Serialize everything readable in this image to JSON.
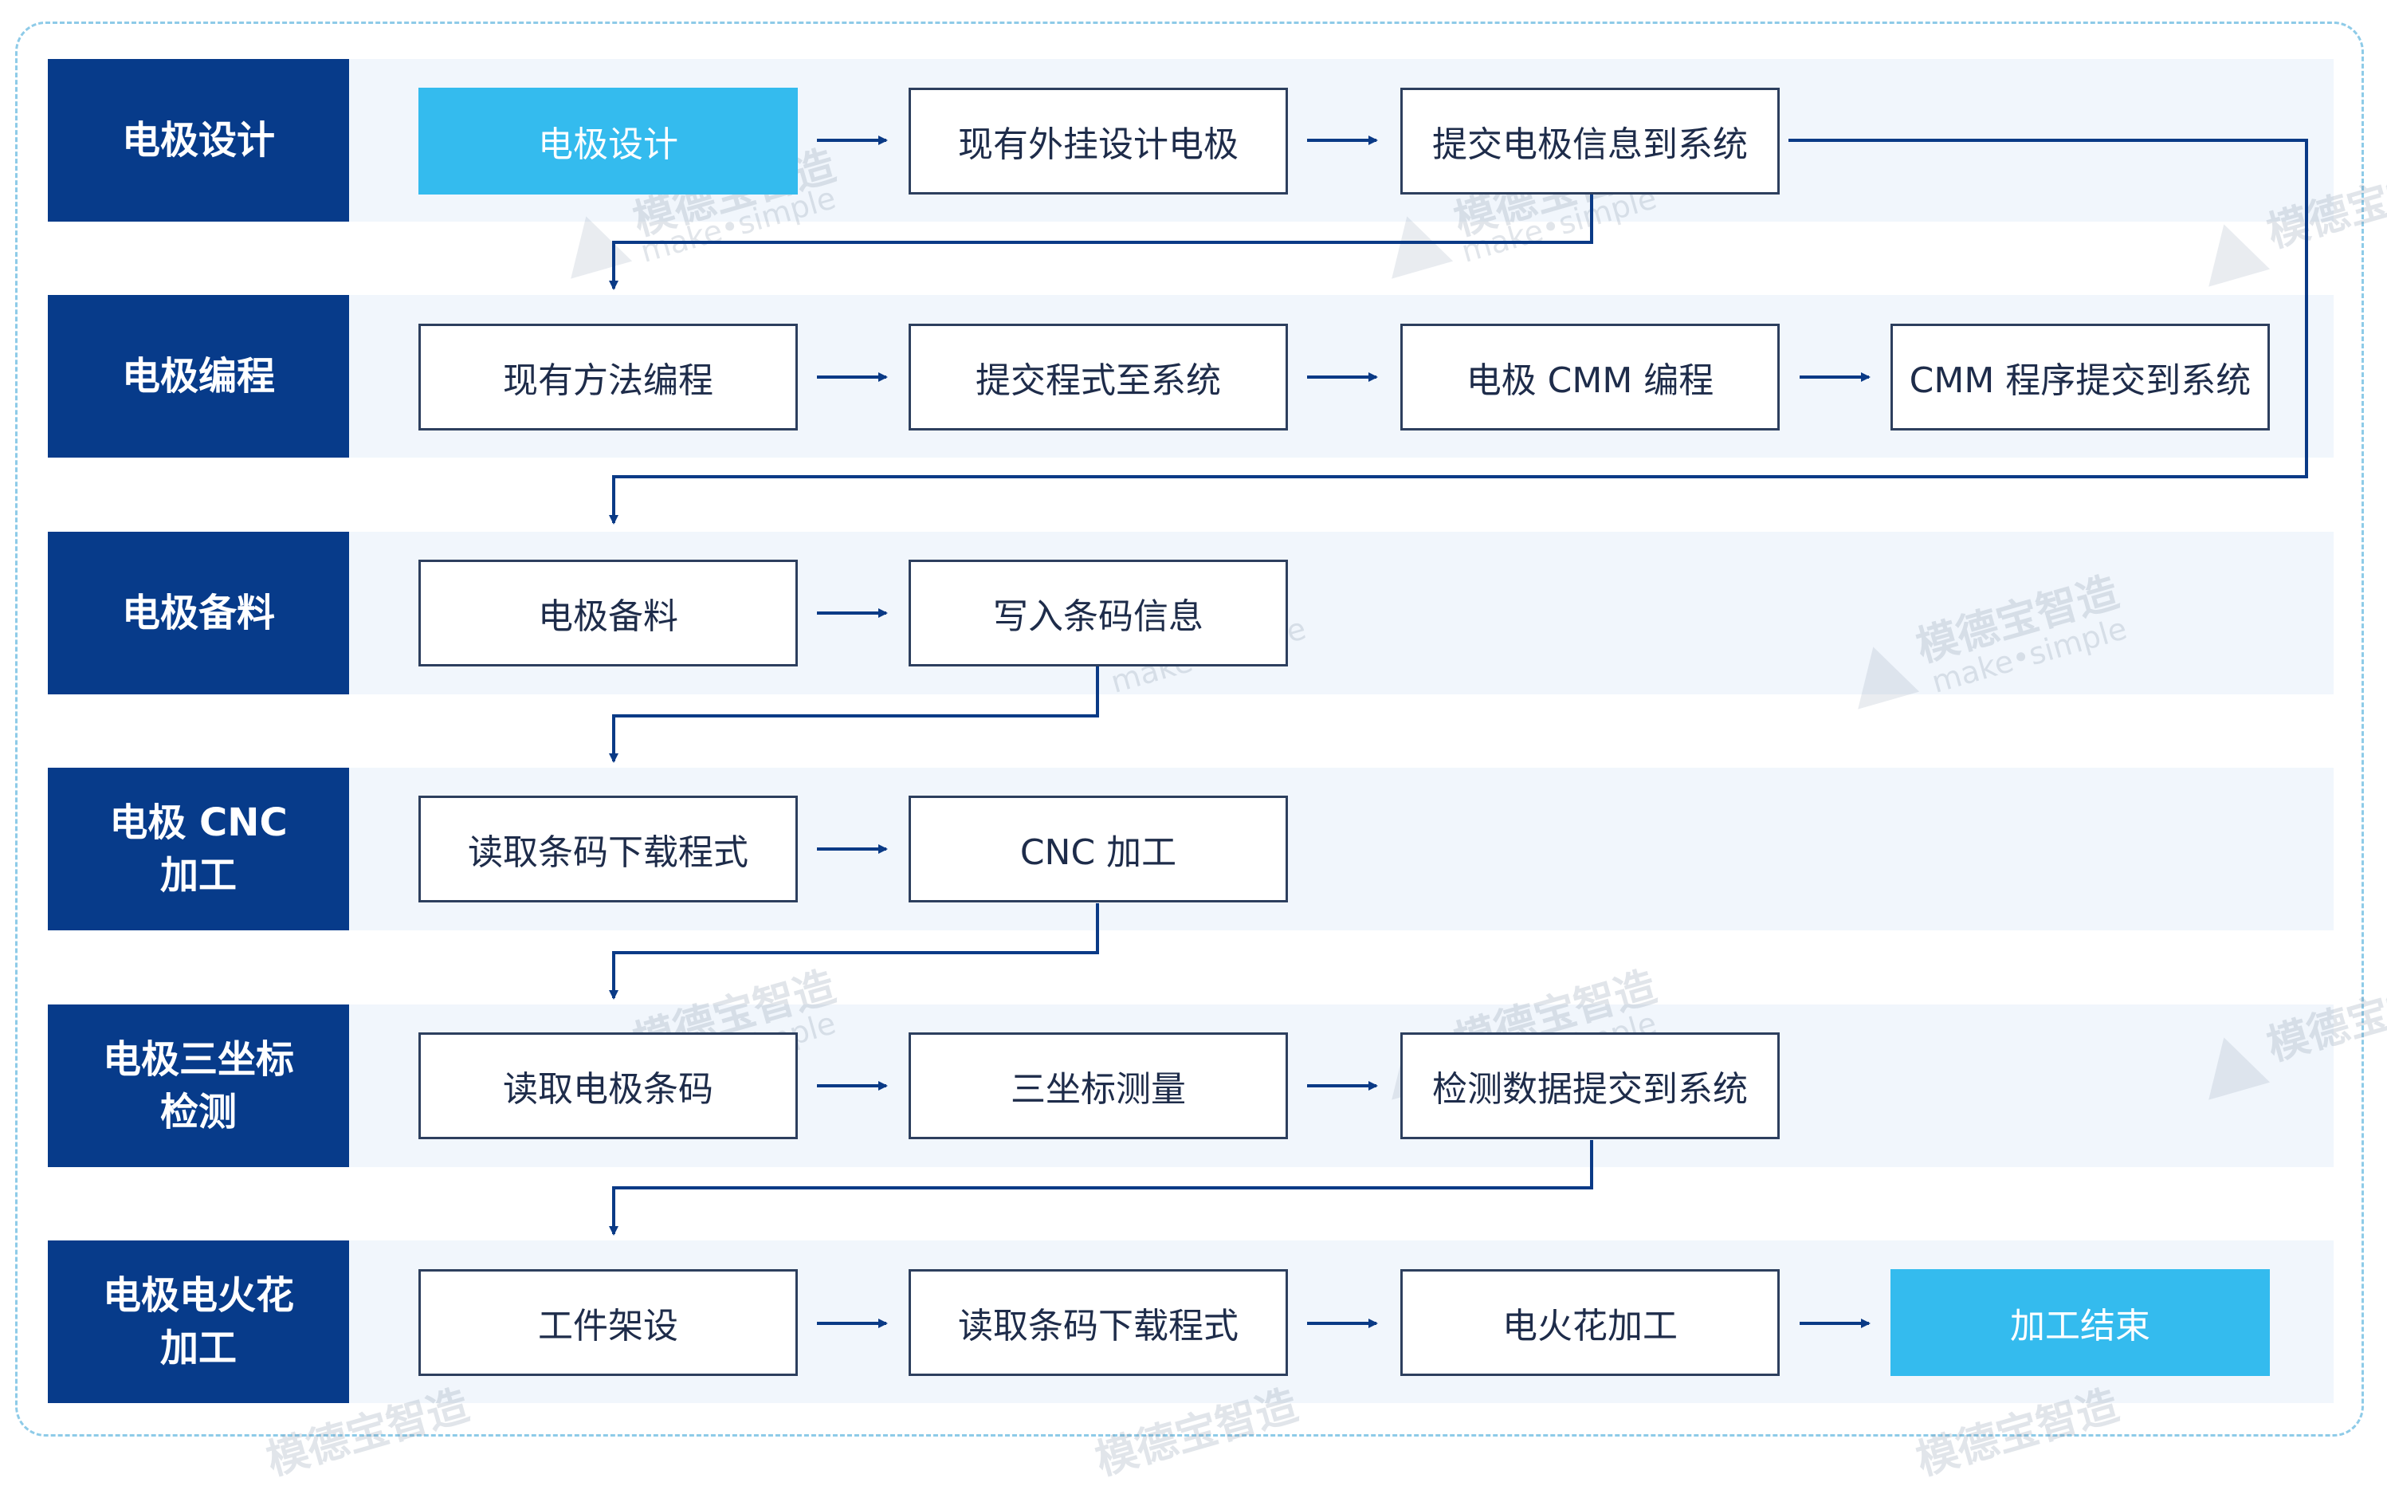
{
  "stages": [
    {
      "label": "电极设计"
    },
    {
      "label": "电极编程"
    },
    {
      "label": "电极备料"
    },
    {
      "label": "电极 CNC\n加工"
    },
    {
      "label": "电极三坐标\n检测"
    },
    {
      "label": "电极电火花\n加工"
    }
  ],
  "steps": {
    "design": [
      "电极设计",
      "现有外挂设计电极",
      "提交电极信息到系统"
    ],
    "programming": [
      "现有方法编程",
      "提交程式至系统",
      "电极 CMM 编程",
      "CMM 程序提交到系统"
    ],
    "material": [
      "电极备料",
      "写入条码信息"
    ],
    "cnc": [
      "读取条码下载程式",
      "CNC 加工"
    ],
    "cmm": [
      "读取电极条码",
      "三坐标测量",
      "检测数据提交到系统"
    ],
    "edm": [
      "工件架设",
      "读取条码下载程式",
      "电火花加工",
      "加工结束"
    ]
  },
  "watermark": {
    "brand": "模德宝智造",
    "slogan": "make•simple"
  },
  "colors": {
    "stage_bg": "#073b8a",
    "highlight": "#34bbee",
    "connector": "#0a3a86",
    "band_bg": "#f1f6fc",
    "frame_border": "#8ecbe8"
  }
}
